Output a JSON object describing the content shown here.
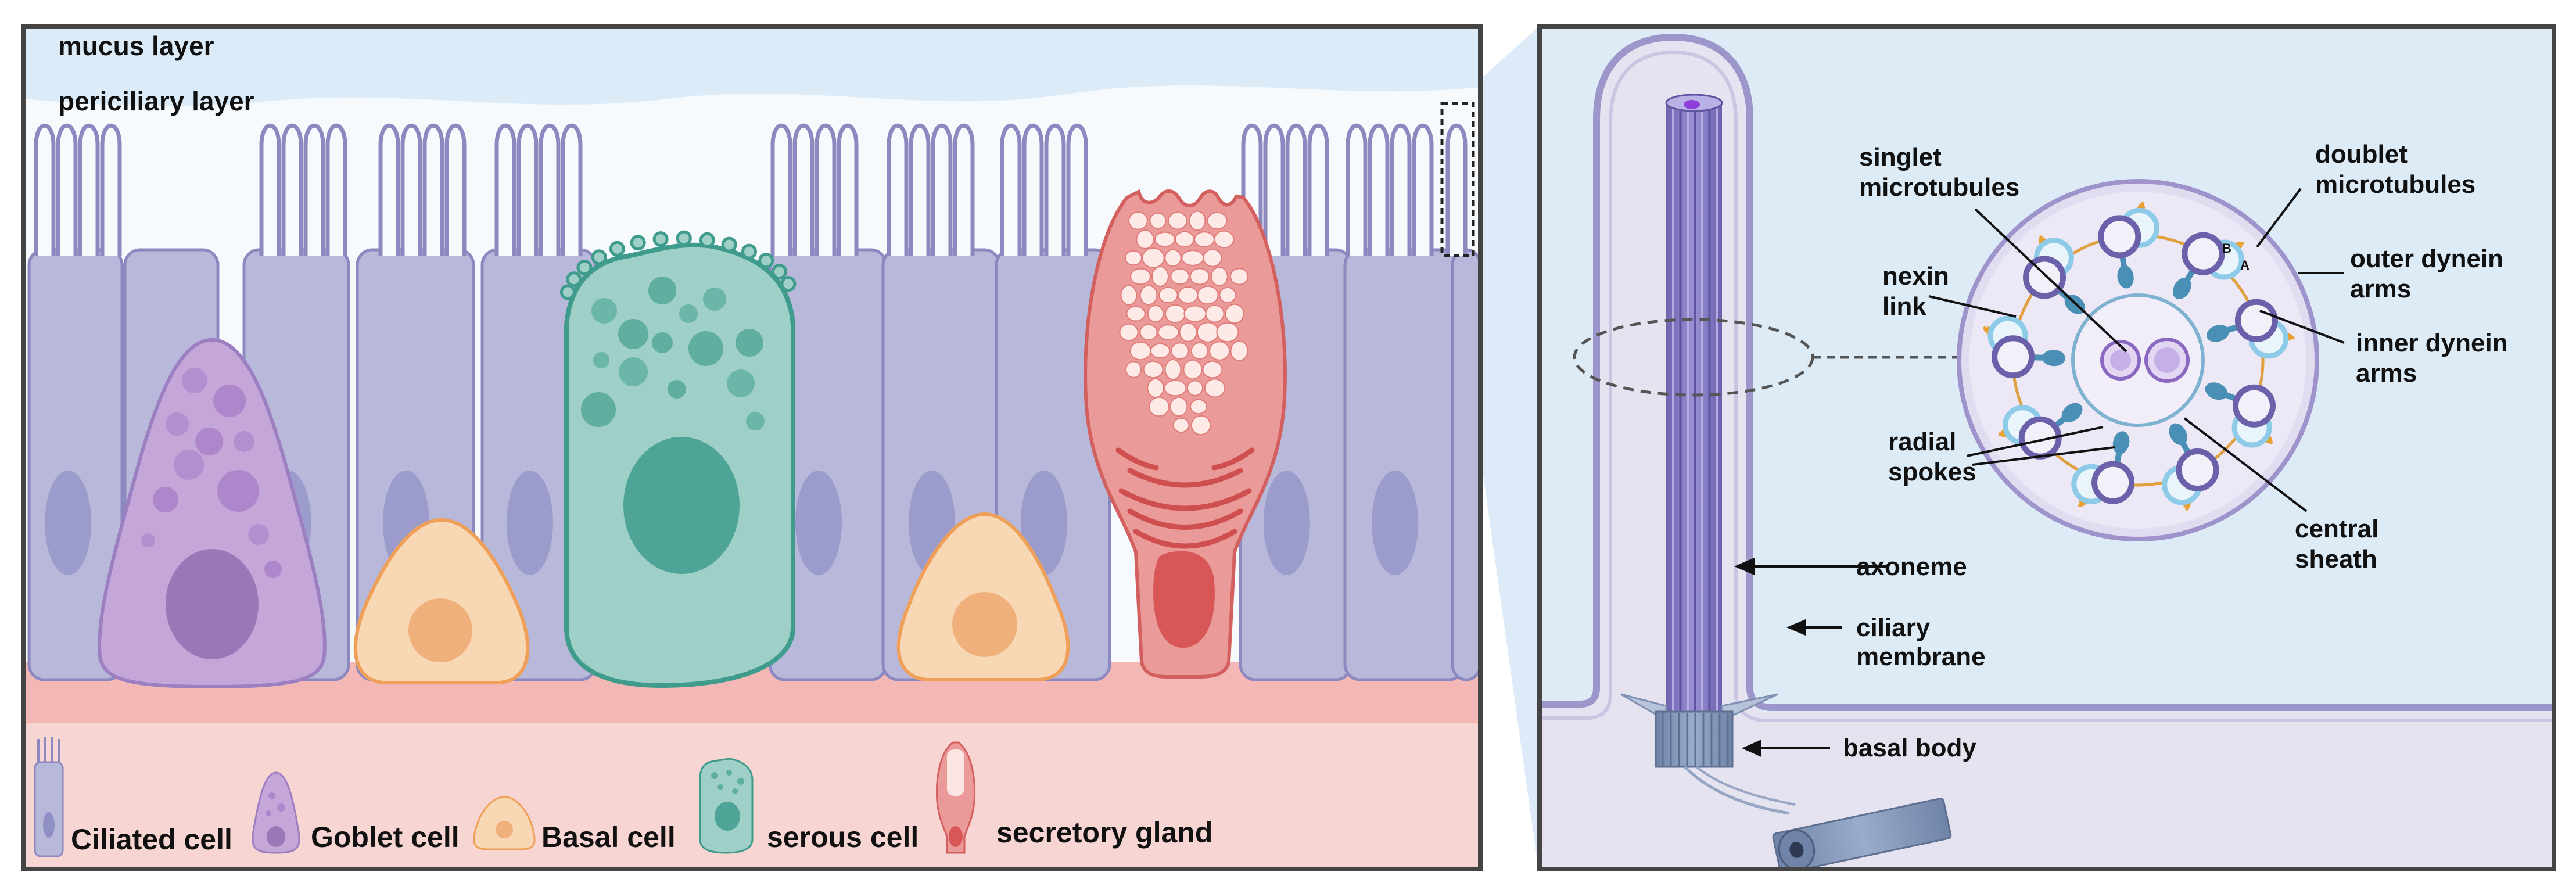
{
  "labels": {
    "mucus_layer": "mucus layer",
    "periciliary_layer": "periciliary layer"
  },
  "legend": [
    {
      "label": "Ciliated cell",
      "icon": "ciliated-cell-icon"
    },
    {
      "label": "Goblet cell",
      "icon": "goblet-cell-icon"
    },
    {
      "label": "Basal cell",
      "icon": "basal-cell-icon"
    },
    {
      "label": "serous cell",
      "icon": "serous-cell-icon"
    },
    {
      "label": "secretory gland",
      "icon": "secretory-gland-icon"
    }
  ],
  "cilium": {
    "axoneme": "axoneme",
    "ciliary_membrane": [
      "ciliary",
      "membrane"
    ],
    "basal_body": "basal body"
  },
  "cross_section": {
    "singlet_microtubules": [
      "singlet",
      "microtubules"
    ],
    "nexin_link": [
      "nexin",
      "link"
    ],
    "radial_spokes": [
      "radial",
      "spokes"
    ],
    "doublet_microtubules": [
      "doublet",
      "microtubules"
    ],
    "outer_dynein_arms": [
      "outer dynein",
      "arms"
    ],
    "inner_dynein_arms": [
      "inner dynein",
      "arms"
    ],
    "central_sheath": [
      "central",
      "sheath"
    ],
    "tubule_a": "A",
    "tubule_b": "B"
  },
  "colors": {
    "ciliated": "#b8b8da",
    "goblet": "#c4a6d8",
    "basal": "#f8d8b4",
    "serous": "#9fd0c8",
    "gland": "#ea9a98",
    "mucus": "#dcebf8",
    "membrane": "#f3b8b6",
    "frame": "#444444"
  }
}
